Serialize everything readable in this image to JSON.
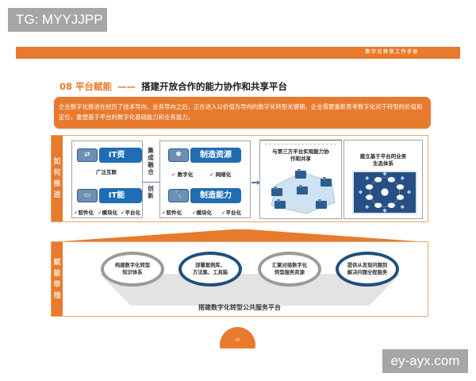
{
  "watermarks": {
    "top_left": "TG: MYYJJPP",
    "bottom_right": "ey-ayx.com"
  },
  "header": {
    "manual_title": "数字化转型工作手册"
  },
  "section": {
    "number": "08",
    "name": "平台赋能",
    "separator": "——",
    "title": "搭建开放合作的能力协作和共享平台"
  },
  "intro": {
    "text": "企业数字化推进在经历了技术导向、业务导向之后，正在进入以价值为导向的数字化转型关键期，企业需要重新思考数字化对于转型的价值和定位，重塑基于平台的数字化基础能力和业务能力。"
  },
  "how_to_advance": {
    "label_chars": [
      "如",
      "何",
      "推",
      "进"
    ],
    "it_box": {
      "resource": {
        "icon": "network-device-icon",
        "label": "IT资源",
        "sub": "广泛互联"
      },
      "capability": {
        "icon": "computer-icon",
        "label": "IT能力",
        "checks": [
          "✓软件化",
          "✓模块化",
          "✓平台化"
        ]
      }
    },
    "connector": {
      "top_chars": [
        "集",
        "成",
        "融",
        "合"
      ],
      "bottom_chars": [
        "创",
        "新"
      ]
    },
    "mfg_box": {
      "resource": {
        "icon": "gear-icon",
        "label": "制造资源",
        "checks": [
          "✓  数字化",
          "✓  网络化"
        ]
      },
      "capability": {
        "icon": "wrench-icon",
        "label": "制造能力",
        "checks": [
          "✓软件化",
          "✓模块化",
          "✓平台化"
        ]
      }
    },
    "third_party": {
      "title_line1": "与第三方平台实现能力协",
      "title_line2": "作和共享",
      "image": "platform-network-illustration"
    },
    "ecosystem": {
      "title_line1": "建立基于平台的业务",
      "title_line2": "生态体系",
      "image": "ecosystem-diagram"
    }
  },
  "enablement": {
    "label_chars": [
      "赋",
      "能",
      "举",
      "措"
    ],
    "measures": [
      {
        "line1": "构建数字化转型",
        "line2": "知识体系",
        "style": "grey"
      },
      {
        "line1": "部署案例库、",
        "line2": "方法集、工具箱",
        "style": "blue"
      },
      {
        "line1": "汇聚对接数字化",
        "line2": "转型服务资源",
        "style": "grey"
      },
      {
        "line1": "提供从发现问题到",
        "line2": "解决问题全程服务",
        "style": "blue"
      }
    ],
    "platform": "搭建数字化转型公共服务平台"
  },
  "footer": {
    "page_number": "40"
  },
  "colors": {
    "accent_orange": "#e87a2e",
    "accent_blue": "#1f6db3",
    "dark_blue": "#1e4f7e",
    "grey": "#9a9a9a"
  }
}
